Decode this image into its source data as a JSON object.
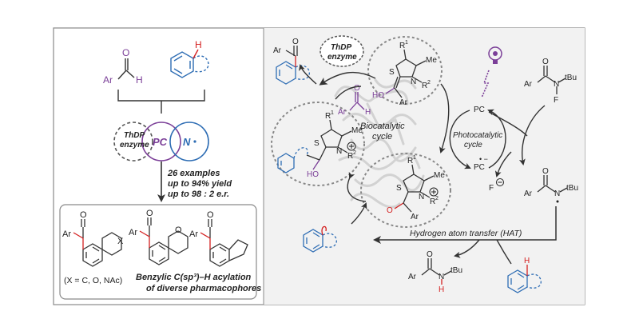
{
  "left_panel": {
    "aldehyde": {
      "ar": "Ar",
      "o": "O",
      "h": "H"
    },
    "arene_h": "H",
    "catalysts": {
      "enzyme_line1": "ThDP",
      "enzyme_line2": "enzyme",
      "pc": "PC",
      "n_radical": "N"
    },
    "stats": {
      "line1": "26 examples",
      "line2": "up to 94% yield",
      "line3": "up to 98 : 2 e.r."
    },
    "products": {
      "ar": "Ar",
      "o": "O",
      "x_atom": "X",
      "x_note": "(X = C, O, NAc)",
      "title_line1": "Benzylic C(sp³)–H acylation",
      "title_line2": "of diverse pharmacophores"
    }
  },
  "right_panel": {
    "enzyme_label_line1": "ThDP",
    "enzyme_label_line2": "enzyme",
    "biocatalytic_line1": "Biocatalytic",
    "biocatalytic_line2": "cycle",
    "photocatalytic_line1": "Photocatalytic",
    "photocatalytic_line2": "cycle",
    "pc_top": "PC",
    "pc_bottom": "PC",
    "fluoride": "F",
    "hat_label": "Hydrogen atom transfer (HAT)",
    "reagent": {
      "ar": "Ar",
      "o": "O",
      "n": "N",
      "tbu": "tBu",
      "f": "F"
    },
    "amidyl": {
      "ar": "Ar",
      "o": "O",
      "n": "N",
      "tbu": "tBu"
    },
    "amide": {
      "ar": "Ar",
      "o": "O",
      "n": "N",
      "h": "H",
      "tbu": "tBu"
    },
    "thiazolium": {
      "r1": "R",
      "r2": "R",
      "me": "Me",
      "s": "S",
      "n": "N",
      "ho": "HO",
      "ar": "Ar"
    },
    "aldehyde": {
      "ar": "Ar",
      "o": "O",
      "h": "H"
    },
    "product": {
      "ar": "Ar",
      "o": "O"
    },
    "arene_h": "H"
  },
  "colors": {
    "purple": "#7b3f98",
    "blue": "#2e6db4",
    "red": "#d42020",
    "panel_bg": "#f2f2f2",
    "border": "#9a9a9a",
    "text": "#222222"
  }
}
